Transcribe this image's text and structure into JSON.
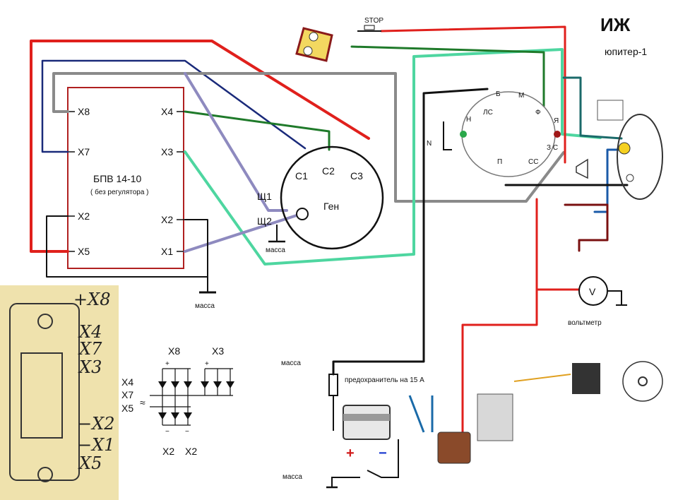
{
  "header": {
    "brand": "ИЖ",
    "model": "юпитер-1"
  },
  "regulator": {
    "name": "БПВ 14-10",
    "note": "( без регулятора )",
    "pins_left": [
      "X8",
      "X7",
      "X2",
      "X5"
    ],
    "pins_right": [
      "X4",
      "X3",
      "X2",
      "X1"
    ]
  },
  "generator": {
    "label": "Ген",
    "terminals": [
      "С1",
      "С2",
      "С3"
    ],
    "brushes": [
      "Щ1",
      "Щ2"
    ],
    "ground": "масса"
  },
  "grounds": {
    "regulator": "масса",
    "battery_top": "масса",
    "battery_bottom": "масса"
  },
  "stop_switch": "STOP",
  "neutral": {
    "n": "Н",
    "n_switch": "N"
  },
  "ignition_switch": {
    "b": "Б",
    "m": "М",
    "ls": "ЛС",
    "f": "Ф",
    "ya": "Я",
    "p": "П",
    "ss": "СС",
    "zs": "З С"
  },
  "voltmeter": {
    "symbol": "V",
    "label": "вольтметр"
  },
  "fuse": "предохранитель на 15 А",
  "battery": {
    "plus": "+",
    "minus": "−"
  },
  "rectifier": {
    "top_labels": [
      "X8",
      "X3"
    ],
    "side_labels": [
      "X4",
      "X7",
      "X5"
    ],
    "bottom_labels": [
      "X2",
      "X2"
    ],
    "tilde": "≈",
    "plus_marks": [
      "+",
      "+"
    ],
    "minus_marks": [
      "−",
      "−"
    ]
  },
  "photo_labels": [
    "+X8",
    "X4",
    "X7",
    "X3",
    "−X2",
    "−X1",
    "X5"
  ],
  "colors": {
    "red": "#e0201c",
    "navy": "#1a2a7a",
    "gray": "#8a8a8a",
    "green": "#1f7a2a",
    "lightgreen": "#4ed6a0",
    "black": "#111111",
    "lavender": "#8e8abf",
    "photo_bg": "#efe2ad"
  }
}
